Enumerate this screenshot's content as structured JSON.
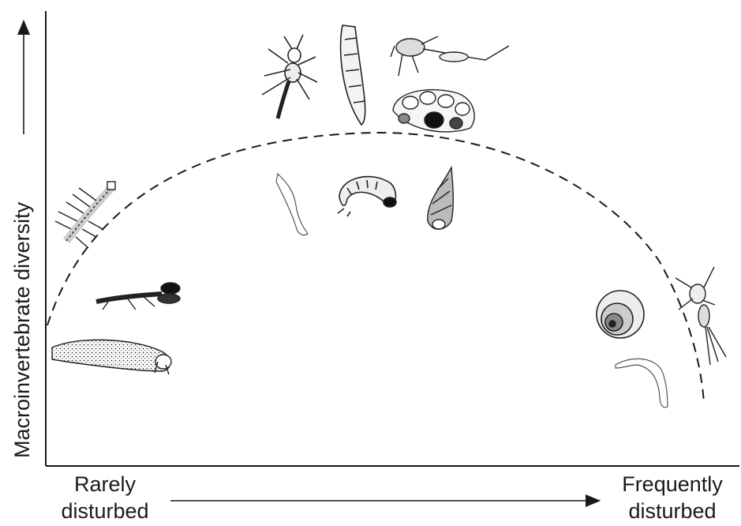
{
  "diagram": {
    "y_axis_label": "Macroinvertebrate diversity",
    "x_axis_left": [
      "Rarely",
      "disturbed"
    ],
    "x_axis_right": [
      "Frequently",
      "disturbed"
    ]
  },
  "organisms": [
    {
      "name": "stonefly-nymph-icon"
    },
    {
      "name": "worm-larva-icon"
    },
    {
      "name": "dragonfly-larva-icon"
    },
    {
      "name": "caddis-case-icon"
    },
    {
      "name": "fly-larva-icon"
    },
    {
      "name": "beetle-larva-icon"
    },
    {
      "name": "spire-snail-icon"
    },
    {
      "name": "dobsonfly-larva-icon"
    },
    {
      "name": "damselfly-larva-icon"
    },
    {
      "name": "caddis-larva-icon"
    },
    {
      "name": "coiled-snail-icon"
    },
    {
      "name": "midge-larva-icon"
    },
    {
      "name": "mayfly-nymph-icon"
    }
  ]
}
